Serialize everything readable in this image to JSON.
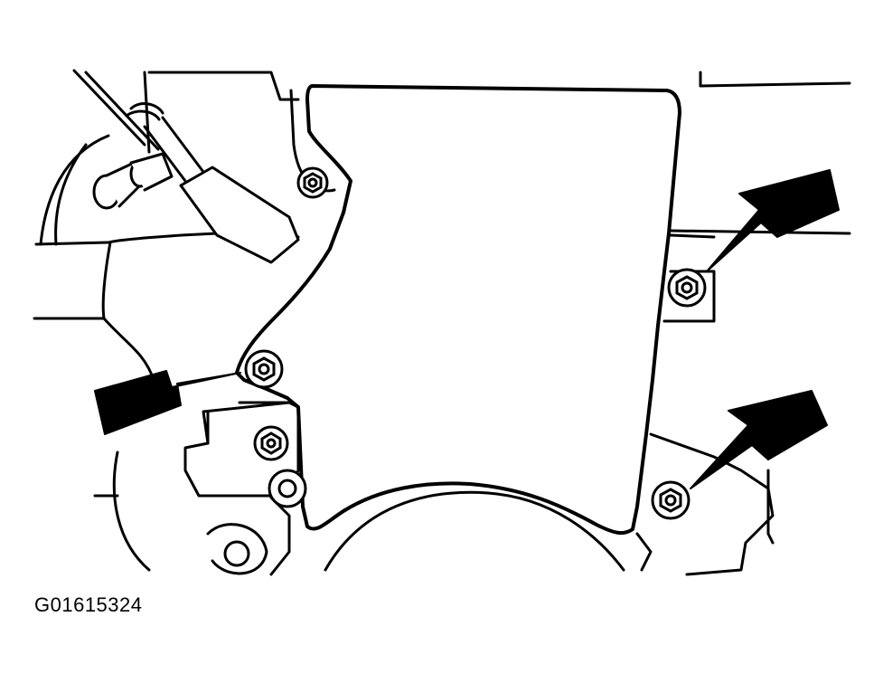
{
  "figure": {
    "id_label": "G01615324"
  },
  "colors": {
    "line": "#000000",
    "background": "#ffffff"
  },
  "arrows": [
    {
      "name": "upper-right-arrow",
      "target": "upper-right-bolt"
    },
    {
      "name": "lower-right-arrow",
      "target": "lower-right-bolt"
    },
    {
      "name": "left-arrow",
      "target": "left-bolt"
    }
  ]
}
